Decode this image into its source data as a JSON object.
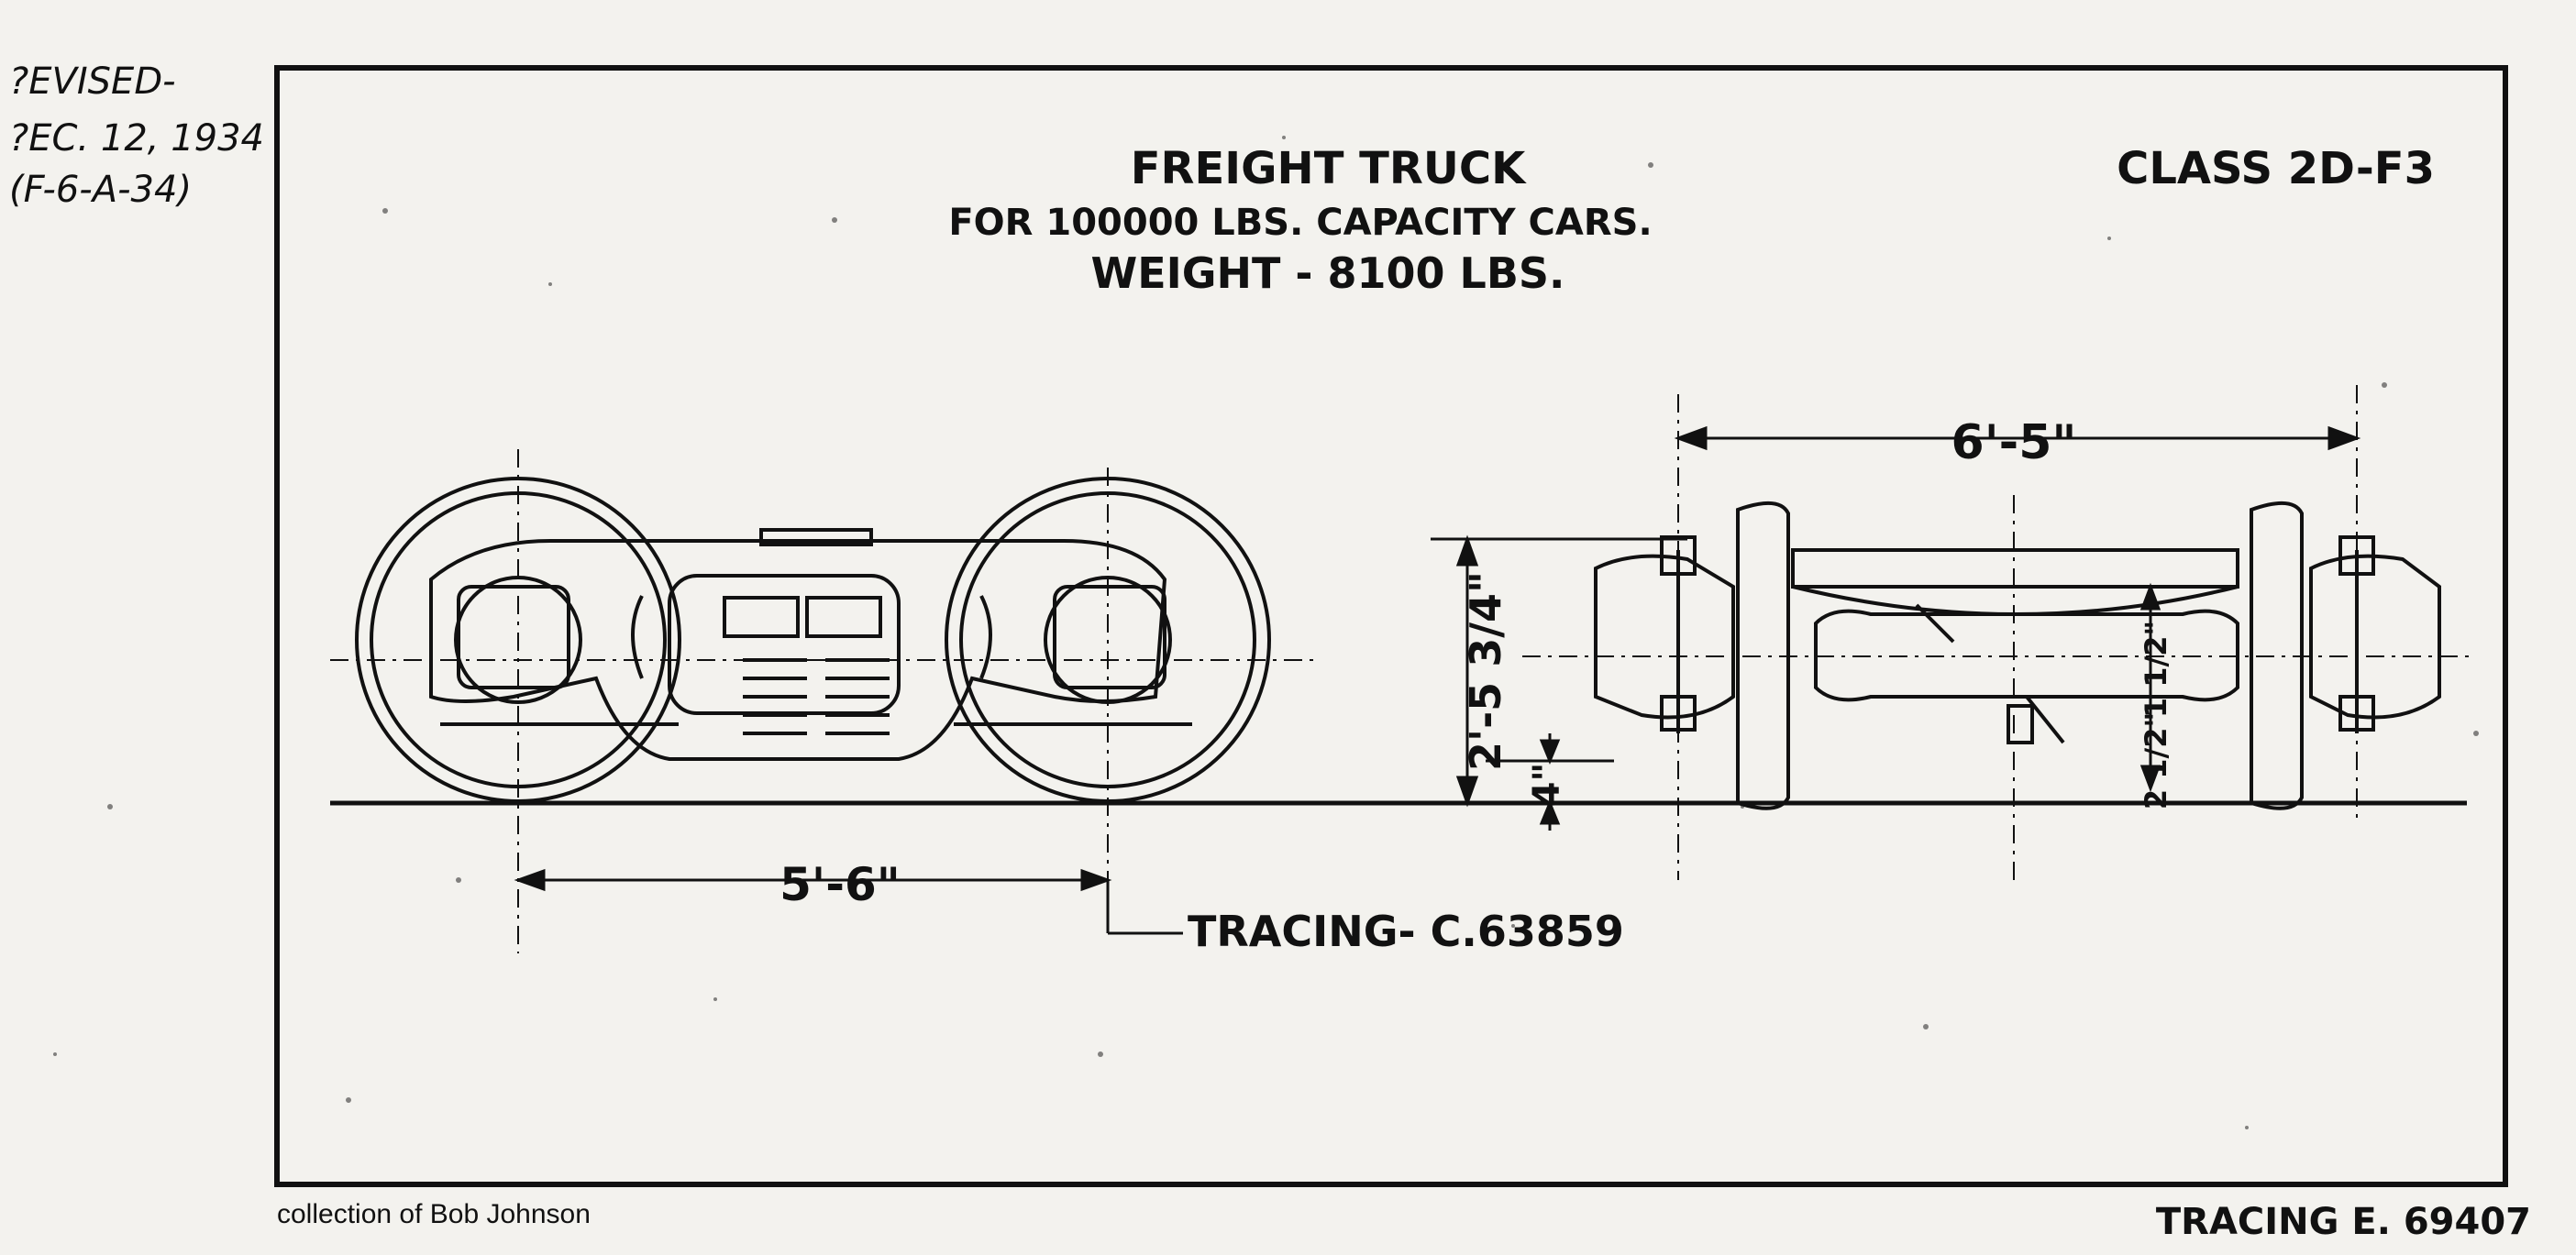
{
  "revision": {
    "line1": "?EVISED-",
    "line2": "?EC. 12, 1934",
    "line3": "(F-6-A-34)"
  },
  "title": {
    "line1": "FREIGHT TRUCK",
    "line2": "FOR 100000 LBS. CAPACITY CARS.",
    "line3": "WEIGHT - 8100 LBS."
  },
  "class_label": "CLASS 2D-F3",
  "dimensions": {
    "wheelbase": "5'-6\"",
    "gauge_width": "6'-5\"",
    "height": "2'-5 3/4\"",
    "rail_clearance": "4\"",
    "axle_a": "1 1/2\"",
    "axle_b": "2 1/2\""
  },
  "tracing_ref": "TRACING- C.63859",
  "tracing_number": "TRACING E. 69407",
  "credit": "collection of Bob Johnson"
}
